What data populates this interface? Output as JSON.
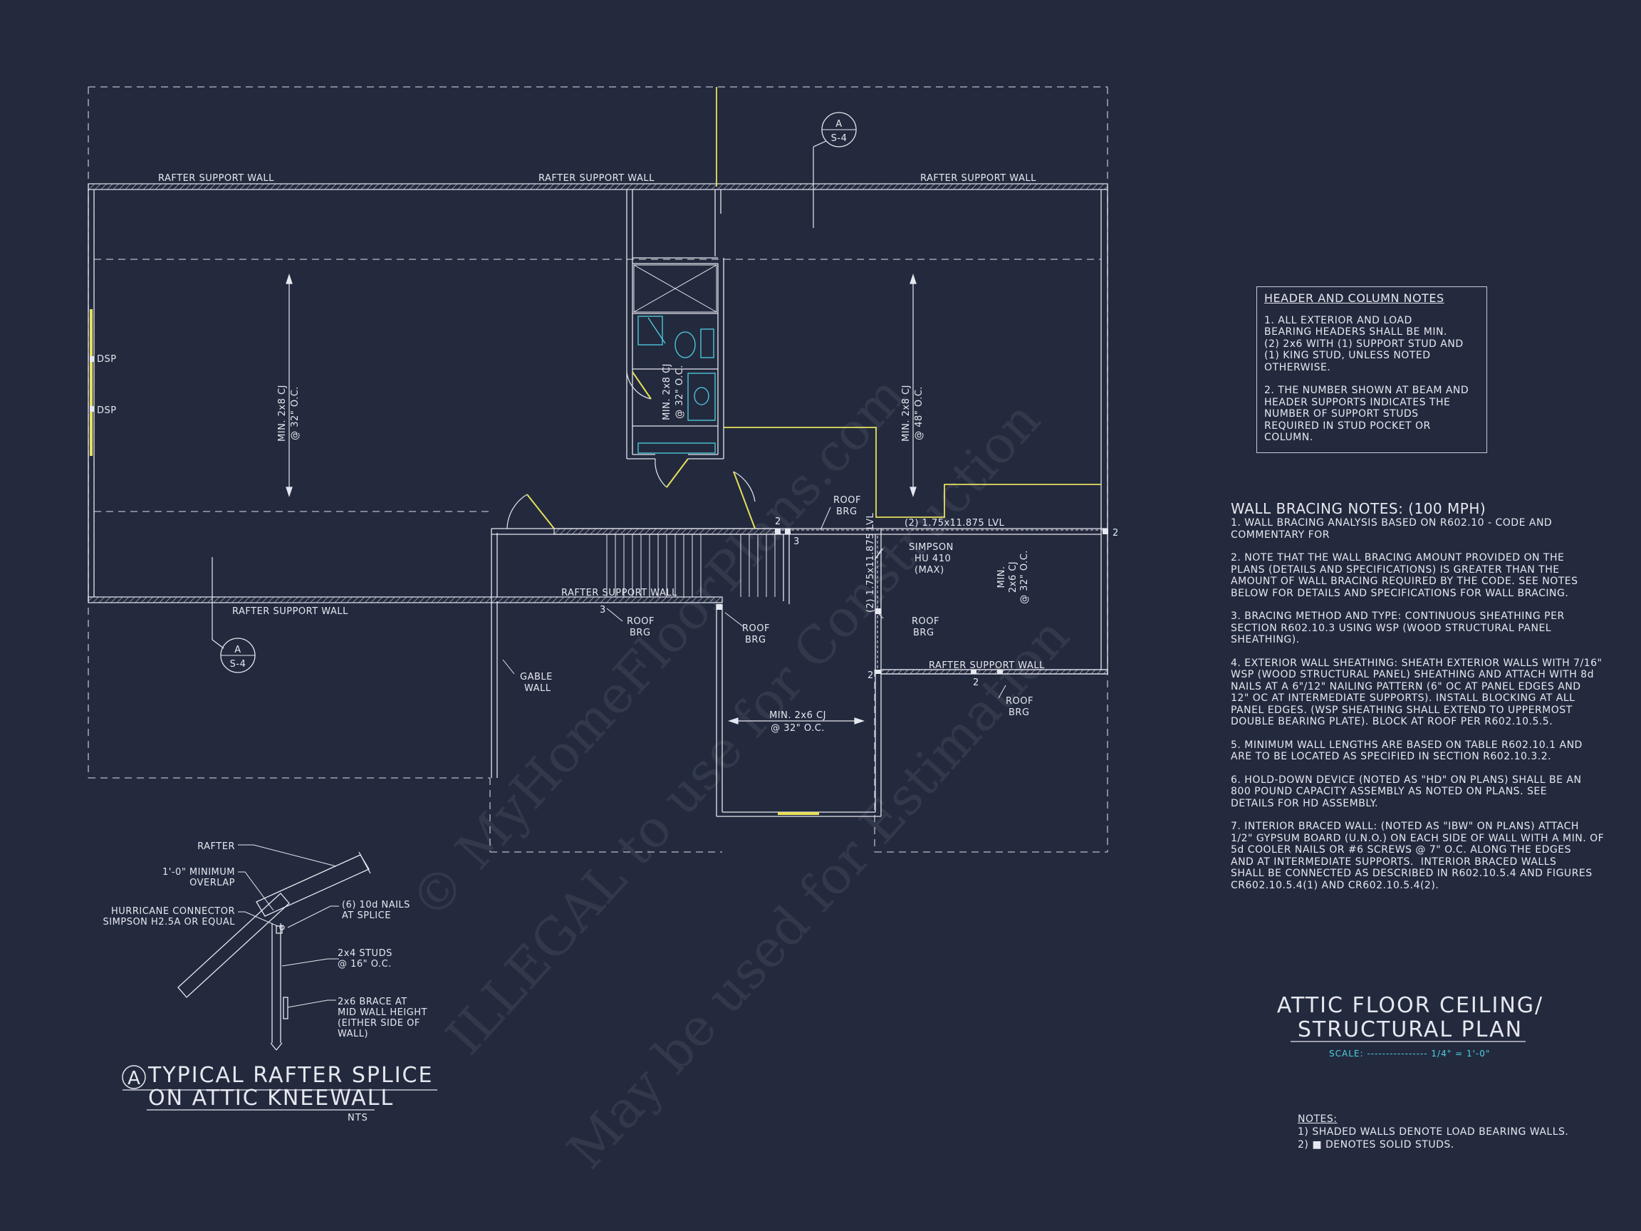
{
  "plan": {
    "labels": {
      "rafter_support_wall": "RAFTER SUPPORT WALL",
      "dsp": "DSP",
      "cj_32": [
        "MIN. 2x8 CJ",
        "@ 32\" O.C."
      ],
      "cj_48": [
        "MIN. 2x8 CJ",
        "@ 48\" O.C."
      ],
      "cj_bath": [
        "MIN. 2x8 CJ",
        "@ 32\" O.C."
      ],
      "cj_2x6_right": [
        "MIN.",
        "2x6 CJ",
        "@ 32\" O.C."
      ],
      "cj_2x6_bottom": [
        "MIN. 2x6 CJ",
        "@ 32\" O.C."
      ],
      "roof_brg": [
        "ROOF",
        "BRG"
      ],
      "lvl_horizontal": "(2) 1.75x11.875 LVL",
      "lvl_vertical": "(2) 1.75x11.875 LVL",
      "simpson": [
        "SIMPSON",
        "HU 410",
        "(MAX)"
      ],
      "gable_wall": [
        "GABLE",
        "WALL"
      ],
      "section_marker": [
        "A",
        "S-4"
      ],
      "num_2": "2",
      "num_3": "3"
    }
  },
  "header_column_notes": {
    "title": "HEADER AND COLUMN NOTES",
    "note1": [
      "1. ALL EXTERIOR AND LOAD",
      "BEARING HEADERS SHALL BE MIN.",
      "(2) 2x6 WITH (1) SUPPORT STUD AND",
      "(1) KING STUD, UNLESS NOTED",
      "OTHERWISE."
    ],
    "note2": [
      "2. THE NUMBER SHOWN AT BEAM AND",
      "HEADER SUPPORTS INDICATES THE",
      "NUMBER OF SUPPORT STUDS",
      "REQUIRED IN STUD POCKET OR",
      "COLUMN."
    ]
  },
  "wall_bracing_notes": {
    "title": "WALL BRACING NOTES: (100 MPH)",
    "n1": [
      "1. WALL BRACING ANALYSIS BASED ON R602.10 - CODE AND",
      "COMMENTARY FOR"
    ],
    "n2": [
      "2. NOTE THAT THE WALL BRACING AMOUNT PROVIDED ON THE",
      "PLANS (DETAILS AND SPECIFICATIONS) IS GREATER THAN THE",
      "AMOUNT OF WALL BRACING REQUIRED BY THE CODE. SEE NOTES",
      "BELOW FOR DETAILS AND SPECIFICATIONS FOR WALL BRACING."
    ],
    "n3": [
      "3. BRACING METHOD AND TYPE: CONTINUOUS SHEATHING PER",
      "SECTION R602.10.3 USING WSP (WOOD STRUCTURAL PANEL",
      "SHEATHING)."
    ],
    "n4": [
      "4. EXTERIOR WALL SHEATHING: SHEATH EXTERIOR WALLS WITH 7/16\"",
      "WSP (WOOD STRUCTURAL PANEL) SHEATHING AND ATTACH WITH 8d",
      "NAILS AT A 6\"/12\" NAILING PATTERN (6\" OC AT PANEL EDGES AND",
      "12\" OC AT INTERMEDIATE SUPPORTS). INSTALL BLOCKING AT ALL",
      "PANEL EDGES. (WSP SHEATHING SHALL EXTEND TO UPPERMOST",
      "DOUBLE BEARING PLATE). BLOCK AT ROOF PER R602.10.5.5."
    ],
    "n5": [
      "5. MINIMUM WALL LENGTHS ARE BASED ON TABLE R602.10.1 AND",
      "ARE TO BE LOCATED AS SPECIFIED IN SECTION R602.10.3.2."
    ],
    "n6": [
      "6. HOLD-DOWN DEVICE (NOTED AS \"HD\" ON PLANS) SHALL BE AN",
      "800 POUND CAPACITY ASSEMBLY AS NOTED ON PLANS. SEE",
      "DETAILS FOR HD ASSEMBLY."
    ],
    "n7": [
      "7. INTERIOR BRACED WALL: (NOTED AS \"IBW\" ON PLANS) ATTACH",
      "1/2\" GYPSUM BOARD (U.N.O.) ON EACH SIDE OF WALL WITH A MIN. OF",
      "5d COOLER NAILS OR #6 SCREWS @ 7\" O.C. ALONG THE EDGES",
      "AND AT INTERMEDIATE SUPPORTS.  INTERIOR BRACED WALLS",
      "SHALL BE CONNECTED AS DESCRIBED IN R602.10.5.4 AND FIGURES",
      "CR602.10.5.4(1) AND CR602.10.5.4(2)."
    ]
  },
  "plan_title": {
    "line1": "ATTIC FLOOR CEILING/",
    "line2": "STRUCTURAL PLAN",
    "scale": "SCALE: ---------------- 1/4\" = 1'-0\""
  },
  "notes": {
    "title": "NOTES:",
    "lines": [
      "1) SHADED WALLS DENOTE LOAD BEARING WALLS.",
      "2) ■ DENOTES SOLID STUDS."
    ]
  },
  "detail": {
    "labels": {
      "rafter": "RAFTER",
      "overlap": [
        "1'-0\" MINIMUM",
        "OVERLAP"
      ],
      "hurricane": [
        "HURRICANE CONNECTOR",
        "SIMPSON H2.5A OR EQUAL"
      ],
      "nails": [
        "(6) 10d NAILS",
        "AT SPLICE"
      ],
      "studs": [
        "2x4 STUDS",
        "@ 16\" O.C."
      ],
      "brace": [
        "2x6 BRACE AT",
        "MID WALL HEIGHT",
        "(EITHER SIDE OF",
        "WALL)"
      ]
    },
    "marker": "A",
    "title_line1": "TYPICAL RAFTER SPLICE",
    "title_line2": "ON ATTIC KNEEWALL",
    "nts": "NTS"
  },
  "watermark": [
    "© MyHomeFloorPlans.com",
    "ILLEGAL to use for Construction",
    "May be used for Estimation"
  ],
  "colors": {
    "background": "#232a3e",
    "lines": "#e6e8ef",
    "yellow": "#e8e05a",
    "cyan": "#4fd0e0"
  }
}
